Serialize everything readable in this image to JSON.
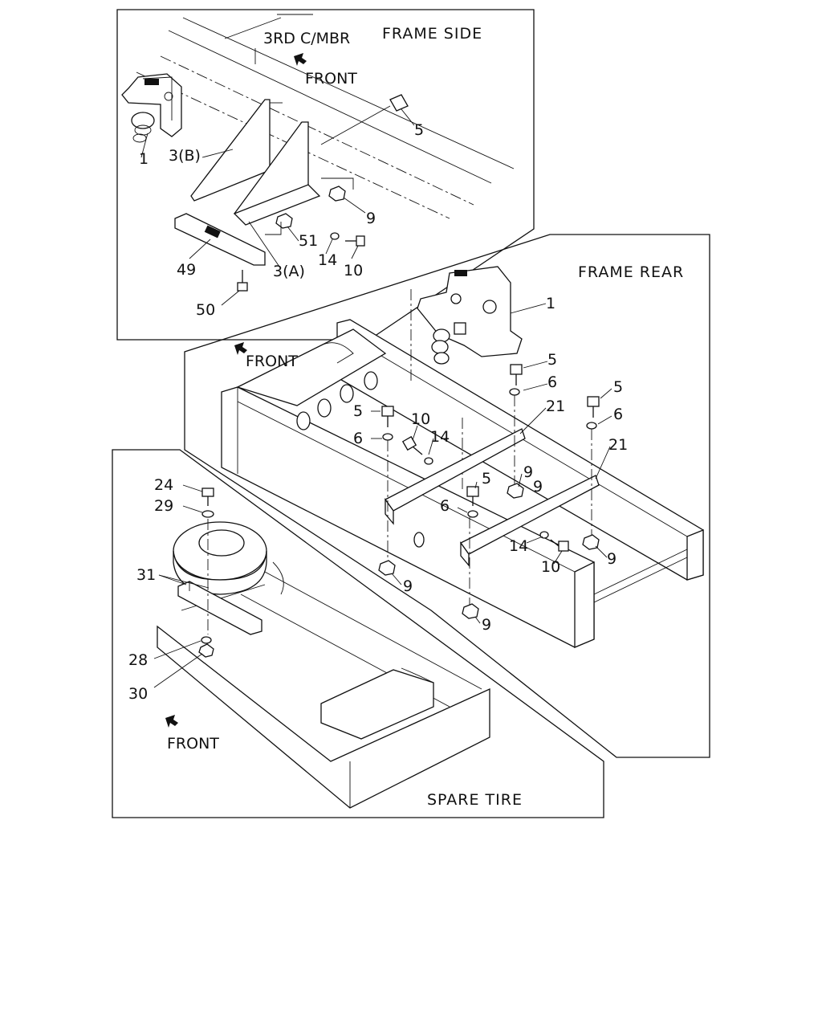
{
  "panels": {
    "frame_side": {
      "title": "FRAME SIDE",
      "member_label": "3RD C/MBR",
      "front_label": "FRONT",
      "callouts": [
        "1",
        "3(B)",
        "5",
        "9",
        "51",
        "14",
        "10",
        "49",
        "3(A)",
        "50"
      ]
    },
    "frame_rear": {
      "title": "FRAME REAR",
      "front_label": "FRONT",
      "callouts": [
        "1",
        "5",
        "6",
        "5",
        "6",
        "5",
        "6",
        "10",
        "14",
        "21",
        "21",
        "9",
        "5",
        "6",
        "9",
        "14",
        "10",
        "9",
        "9",
        "9"
      ]
    },
    "spare_tire": {
      "title": "SPARE TIRE",
      "front_label": "FRONT",
      "callouts": [
        "24",
        "29",
        "31",
        "28",
        "30"
      ]
    }
  }
}
